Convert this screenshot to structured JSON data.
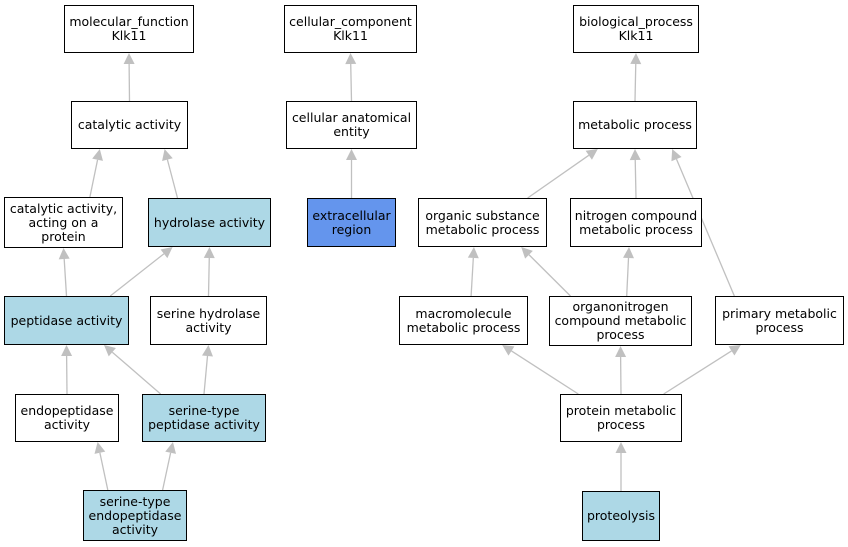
{
  "colors": {
    "edge": "#c0c0c0",
    "node_border": "#000000",
    "node_default": "#ffffff",
    "node_highlight": "#add8e6",
    "node_selected": "#6495ed"
  },
  "nodes": {
    "mf_root": {
      "label": "molecular_function\nKlk11",
      "style": "default"
    },
    "catalytic_activity": {
      "label": "catalytic activity",
      "style": "default"
    },
    "catalytic_protein": {
      "label": "catalytic activity,\nacting on a\nprotein",
      "style": "default"
    },
    "hydrolase_activity": {
      "label": "hydrolase activity",
      "style": "highlight"
    },
    "peptidase_activity": {
      "label": "peptidase activity",
      "style": "highlight"
    },
    "serine_hydrolase": {
      "label": "serine hydrolase\nactivity",
      "style": "default"
    },
    "endopeptidase": {
      "label": "endopeptidase\nactivity",
      "style": "default"
    },
    "serine_peptidase": {
      "label": "serine-type\npeptidase activity",
      "style": "highlight"
    },
    "serine_endopeptidase": {
      "label": "serine-type\nendopeptidase\nactivity",
      "style": "highlight"
    },
    "cc_root": {
      "label": "cellular_component\nKlk11",
      "style": "default"
    },
    "cellular_anatomical": {
      "label": "cellular anatomical\nentity",
      "style": "default"
    },
    "extracellular_region": {
      "label": "extracellular\nregion",
      "style": "selected"
    },
    "bp_root": {
      "label": "biological_process\nKlk11",
      "style": "default"
    },
    "metabolic_process": {
      "label": "metabolic process",
      "style": "default"
    },
    "organic_substance": {
      "label": "organic substance\nmetabolic process",
      "style": "default"
    },
    "nitrogen_compound": {
      "label": "nitrogen compound\nmetabolic process",
      "style": "default"
    },
    "macromolecule": {
      "label": "macromolecule\nmetabolic process",
      "style": "default"
    },
    "organonitrogen": {
      "label": "organonitrogen\ncompound metabolic\nprocess",
      "style": "default"
    },
    "primary_metabolic": {
      "label": "primary metabolic\nprocess",
      "style": "default"
    },
    "protein_metabolic": {
      "label": "protein metabolic\nprocess",
      "style": "default"
    },
    "proteolysis": {
      "label": "proteolysis",
      "style": "highlight"
    }
  },
  "edges": [
    {
      "from": "catalytic_activity",
      "to": "mf_root"
    },
    {
      "from": "catalytic_protein",
      "to": "catalytic_activity"
    },
    {
      "from": "hydrolase_activity",
      "to": "catalytic_activity"
    },
    {
      "from": "peptidase_activity",
      "to": "catalytic_protein"
    },
    {
      "from": "peptidase_activity",
      "to": "hydrolase_activity"
    },
    {
      "from": "serine_hydrolase",
      "to": "hydrolase_activity"
    },
    {
      "from": "endopeptidase",
      "to": "peptidase_activity"
    },
    {
      "from": "serine_peptidase",
      "to": "peptidase_activity"
    },
    {
      "from": "serine_peptidase",
      "to": "serine_hydrolase"
    },
    {
      "from": "serine_endopeptidase",
      "to": "endopeptidase"
    },
    {
      "from": "serine_endopeptidase",
      "to": "serine_peptidase"
    },
    {
      "from": "cellular_anatomical",
      "to": "cc_root"
    },
    {
      "from": "extracellular_region",
      "to": "cellular_anatomical"
    },
    {
      "from": "metabolic_process",
      "to": "bp_root"
    },
    {
      "from": "organic_substance",
      "to": "metabolic_process"
    },
    {
      "from": "nitrogen_compound",
      "to": "metabolic_process"
    },
    {
      "from": "primary_metabolic",
      "to": "metabolic_process"
    },
    {
      "from": "macromolecule",
      "to": "organic_substance"
    },
    {
      "from": "organonitrogen",
      "to": "organic_substance"
    },
    {
      "from": "organonitrogen",
      "to": "nitrogen_compound"
    },
    {
      "from": "protein_metabolic",
      "to": "macromolecule"
    },
    {
      "from": "protein_metabolic",
      "to": "organonitrogen"
    },
    {
      "from": "protein_metabolic",
      "to": "primary_metabolic"
    },
    {
      "from": "proteolysis",
      "to": "protein_metabolic"
    }
  ]
}
